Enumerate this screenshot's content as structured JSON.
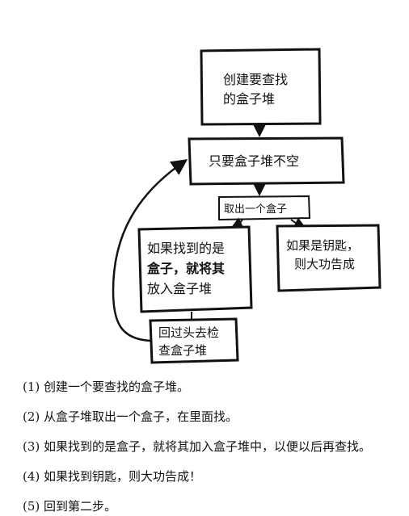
{
  "diagram": {
    "create_box": [
      "创建要查找",
      "的盒子堆"
    ],
    "loop_box": "只要盒子堆不空",
    "take_box": "取出一个盒子",
    "if_box_node": [
      "如果找到的是",
      "盒子，就将其",
      "放入盒子堆"
    ],
    "if_key_node": [
      "如果是钥匙，",
      "则大功告成"
    ],
    "go_back_node": [
      "回过头去检",
      "查盒子堆"
    ]
  },
  "steps": [
    "(1) 创建一个要查找的盒子堆。",
    "(2) 从盒子堆取出一个盒子，在里面找。",
    "(3) 如果找到的是盒子，就将其加入盒子堆中，以便以后再查找。",
    "(4) 如果找到钥匙，则大功告成！",
    "(5) 回到第二步。"
  ]
}
